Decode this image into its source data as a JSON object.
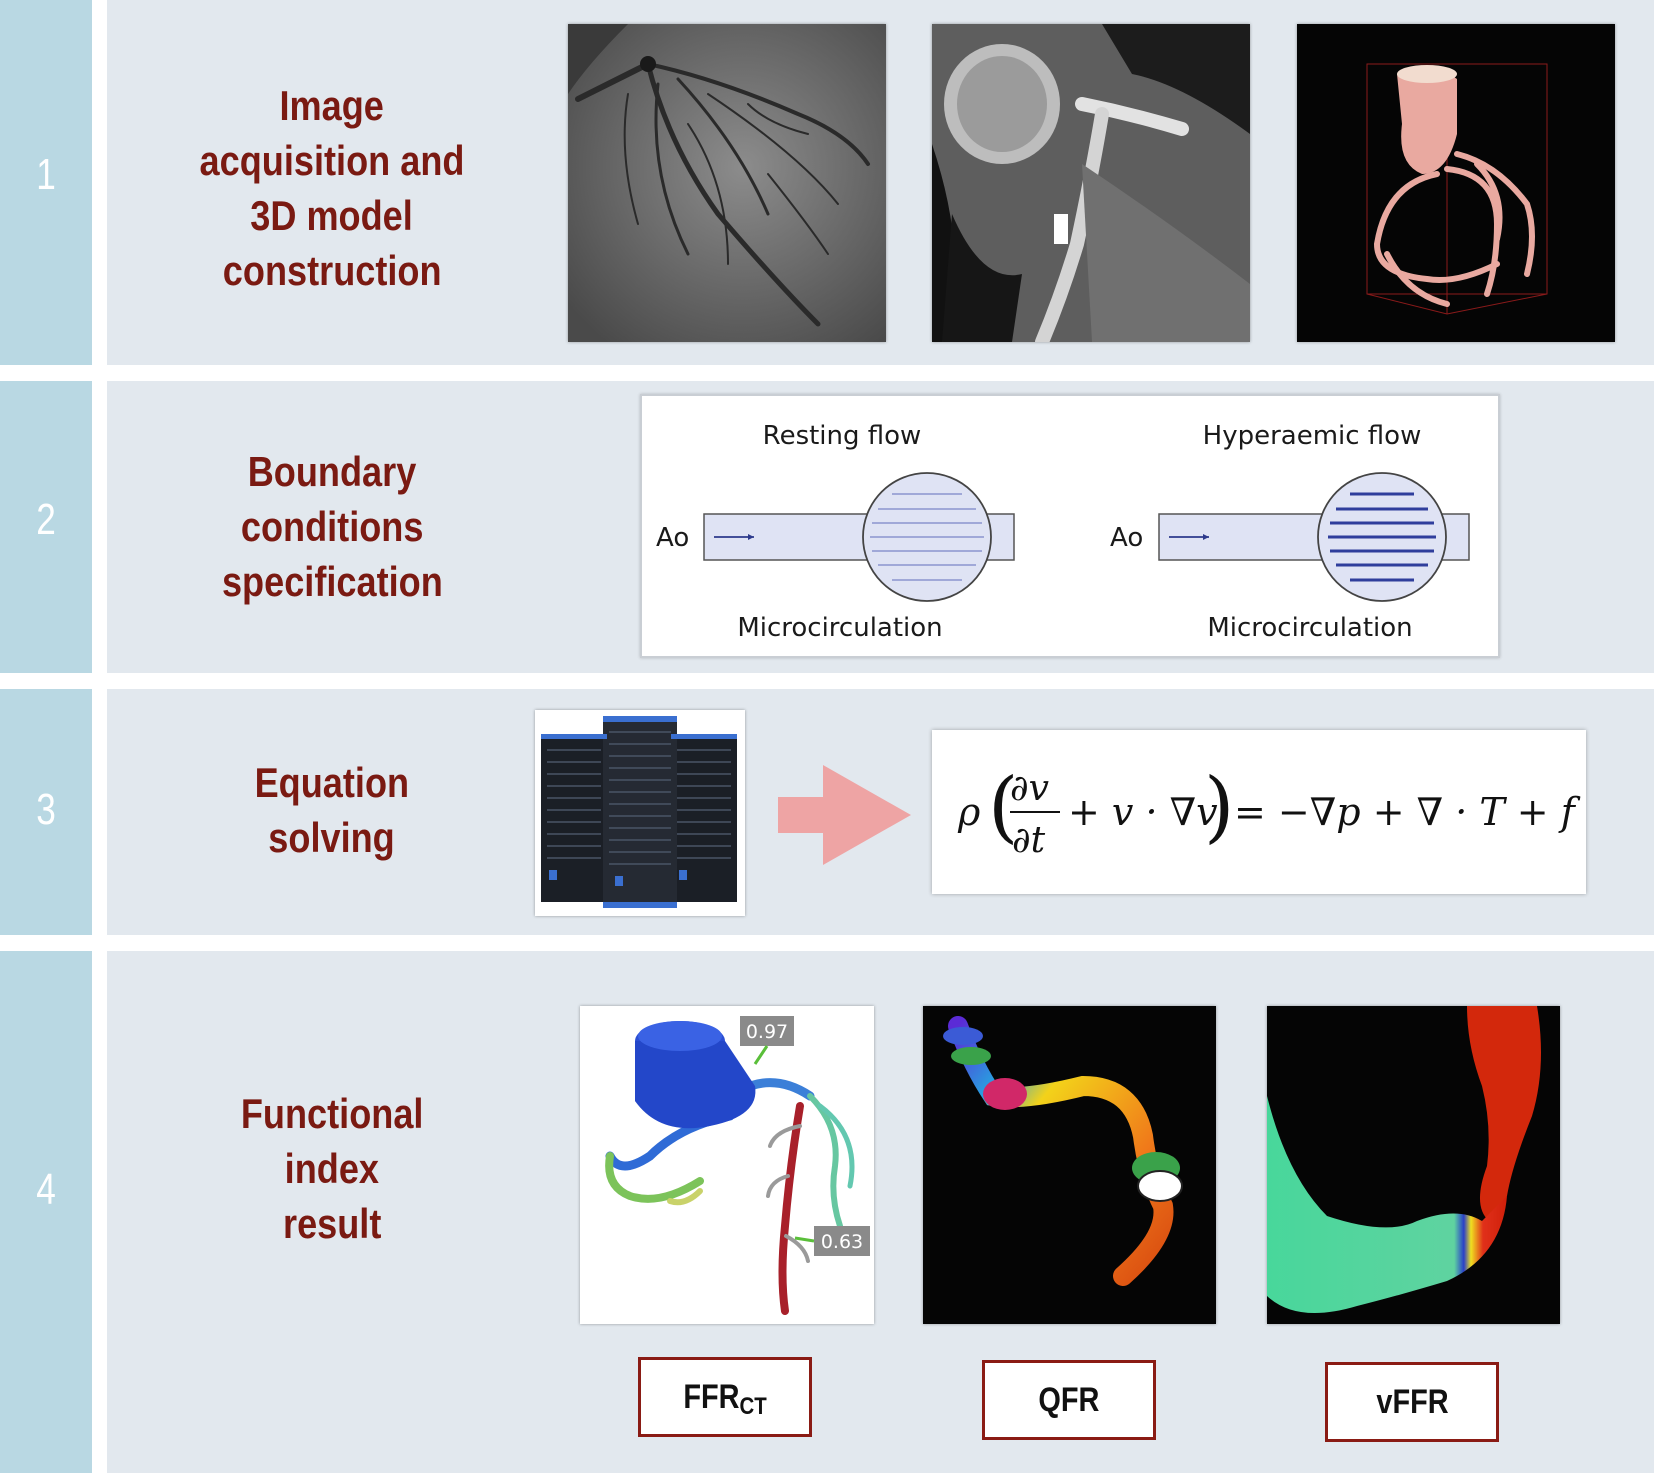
{
  "steps": [
    {
      "number": "1",
      "title_lines": [
        "Image",
        "acquisition and",
        "3D model",
        "construction"
      ]
    },
    {
      "number": "2",
      "title_lines": [
        "Boundary",
        "conditions",
        "specification"
      ]
    },
    {
      "number": "3",
      "title_lines": [
        "Equation",
        "solving"
      ]
    },
    {
      "number": "4",
      "title_lines": [
        "Functional",
        "index",
        "result"
      ]
    }
  ],
  "boundary_diagram": {
    "resting_title": "Resting flow",
    "hyperaemic_title": "Hyperaemic flow",
    "aorta_label": "Ao",
    "microcirculation_label": "Microcirculation"
  },
  "equation": {
    "lhs_rho": "ρ",
    "partial_num": "∂v",
    "partial_den": "∂t",
    "convective": "+ v · ∇v",
    "rhs": "= −∇p + ∇ · T + f"
  },
  "results": {
    "ffrct_value_top": "0.97",
    "ffrct_value_bottom": "0.63",
    "labels": {
      "ffrct_main": "FFR",
      "ffrct_sub": "CT",
      "qfr": "QFR",
      "vffr": "vFFR"
    }
  },
  "colors": {
    "number_bar": "#b9d8e3",
    "panel": "#e2e8ee",
    "title": "#7a1a12",
    "label_border": "#8a1b14",
    "arrow": "#eea4a4"
  }
}
